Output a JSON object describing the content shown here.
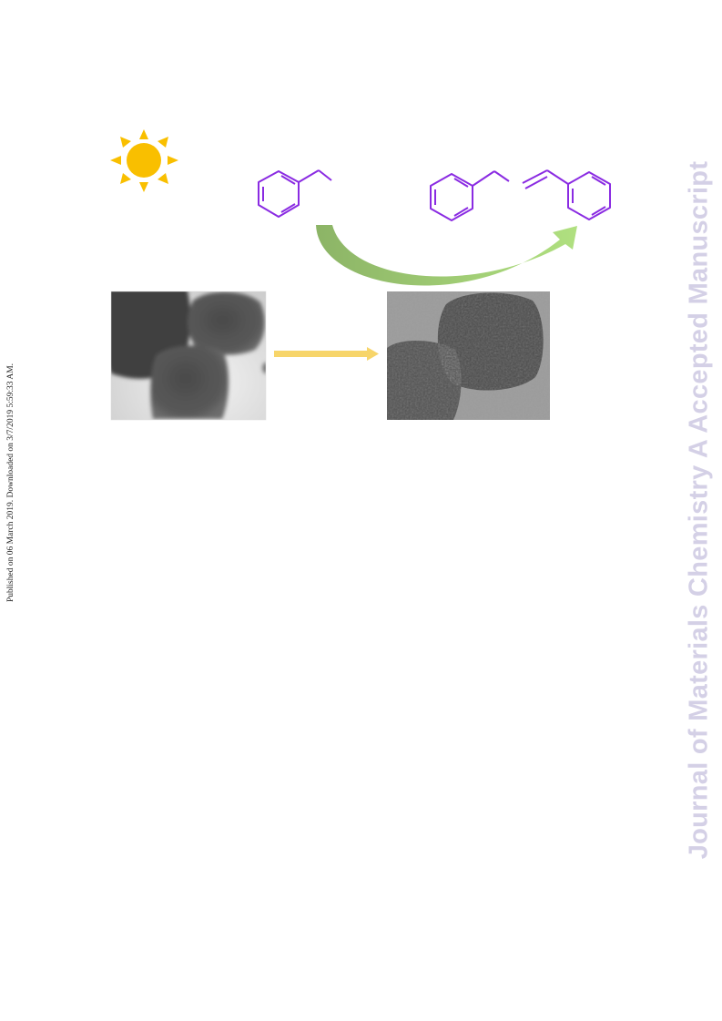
{
  "side_note": "Published on 06 March 2019. Downloaded on 3/7/2019 5:59:33 AM.",
  "watermark": "Journal of Materials Chemistry A Accepted Manuscript",
  "icons": {
    "sun": "sun-icon",
    "reactant": "ethylbenzene-structure",
    "product": "styrene-structure",
    "curved_arrow": "curved-arrow-icon",
    "transform_arrow": "right-arrow-icon"
  },
  "colors": {
    "sun": "#f9bf00",
    "molecule": "#8a2be2",
    "curved_arrow_start": "#8fb86a",
    "curved_arrow_end": "#a8dd78",
    "transform_arrow": "#f7d56a",
    "watermark": "#d4d0e6"
  }
}
